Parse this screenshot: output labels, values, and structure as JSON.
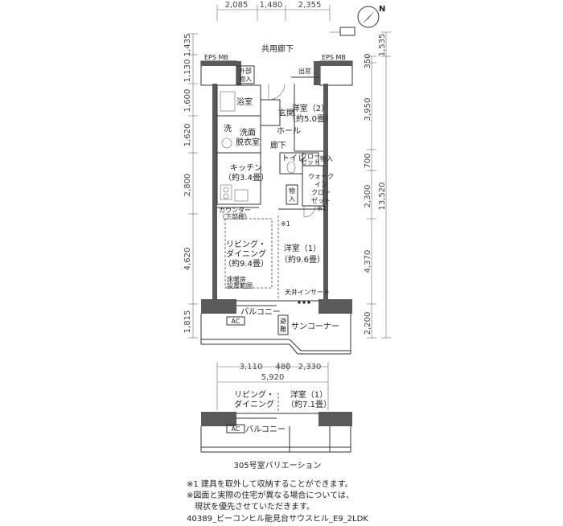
{
  "dimensions": {
    "top": [
      "2,085",
      "1,480",
      "2,355"
    ],
    "left": [
      "1,435",
      "1,130",
      "1,600",
      "1,620",
      "2,800",
      "4,620",
      "1,815"
    ],
    "right_inner": [
      "350",
      "3,950",
      "700",
      "2,300",
      "4,370",
      "2,200"
    ],
    "right_outer": [
      "1,535",
      "13,520"
    ],
    "mid_sub": [
      "3,110",
      "480",
      "2,330"
    ],
    "mid_total": "5,920"
  },
  "compass": "N",
  "rooms": {
    "corridor": "共用廊下",
    "eps_mb_left": "EPS MB",
    "eps_mb_right": "EPS MB",
    "outdoor_storage": [
      "外部",
      "物入"
    ],
    "bay_window": "出窓",
    "bathroom": "浴室",
    "entrance": "玄関",
    "hall": "ホール",
    "bedroom2": [
      "洋室（2）",
      "（約5.0畳）"
    ],
    "wash": "洗",
    "washroom": [
      "洗面",
      "脱衣室"
    ],
    "hallway": "廊下",
    "toilet": "トイレ",
    "closet_small": [
      "クロー",
      "ゼット"
    ],
    "storage1": "物入",
    "kitchen": [
      "キッチン",
      "（約3.4畳）"
    ],
    "walkin": [
      "ウォーク",
      "イン",
      "クロー",
      "ゼット"
    ],
    "walkin_note": "※1",
    "storage2": [
      "物",
      "入"
    ],
    "counter": "カウンター",
    "counter_sub": "（下部棚）",
    "note1": "※1",
    "living": [
      "リビング・",
      "ダイニング",
      "（約9.4畳）"
    ],
    "floor_heating": [
      "床暖房",
      "設置範囲"
    ],
    "bedroom1": [
      "洋室（1）",
      "（約9.6畳）"
    ],
    "ceiling_insert": "天井インサート",
    "balcony": "バルコニー",
    "shelter_window": [
      "避",
      "難"
    ],
    "sun_corner": "サンコーナー",
    "ac": "AC"
  },
  "variation": {
    "living": [
      "リビング・",
      "ダイニング"
    ],
    "bedroom": [
      "洋室（1）",
      "（約7.1畳）"
    ],
    "balcony": "バルコニー",
    "ac": "AC",
    "caption": "305号室バリエーション"
  },
  "notes": [
    "※1 建具を取外して収納することができます。",
    "※図面と実際の住宅が異なる場合については、",
    "　現状を優先させていただきます。"
  ],
  "footer": "40389_ビーコンヒル能見台サウスヒル_E9_2LDK"
}
